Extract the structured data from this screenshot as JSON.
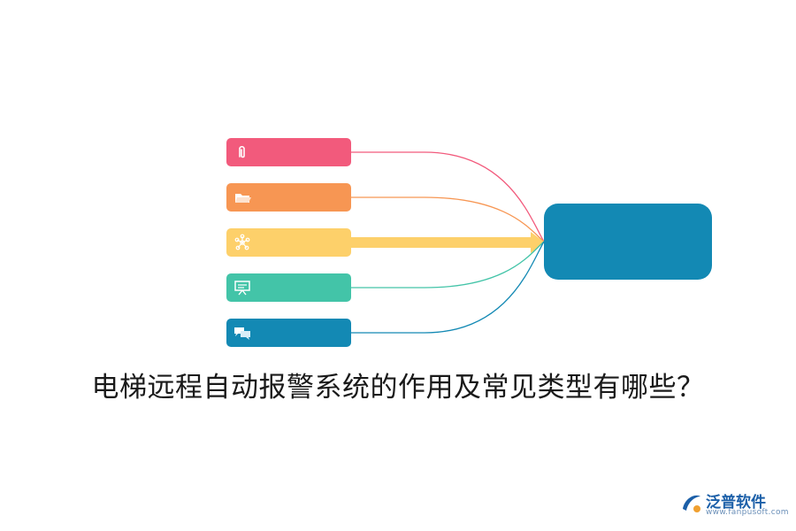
{
  "diagram": {
    "branches": [
      {
        "icon": "paperclip-icon",
        "color": "#f25a7c"
      },
      {
        "icon": "folder-icon",
        "color": "#f79653"
      },
      {
        "icon": "network-icon",
        "color": "#fdd06a"
      },
      {
        "icon": "presentation-icon",
        "color": "#43c4a8"
      },
      {
        "icon": "chat-icon",
        "color": "#1389b4"
      }
    ],
    "center": {
      "color": "#1389b4"
    },
    "highlighted_branch": 2,
    "arrow_color": "#fdd06a"
  },
  "caption": "电梯远程自动报警系统的作用及常见类型有哪些？",
  "logo": {
    "name": "泛普软件",
    "url": "www.fanpusoft.com",
    "mark_color": "#1b5fa8",
    "accent_color": "#f0a030"
  }
}
